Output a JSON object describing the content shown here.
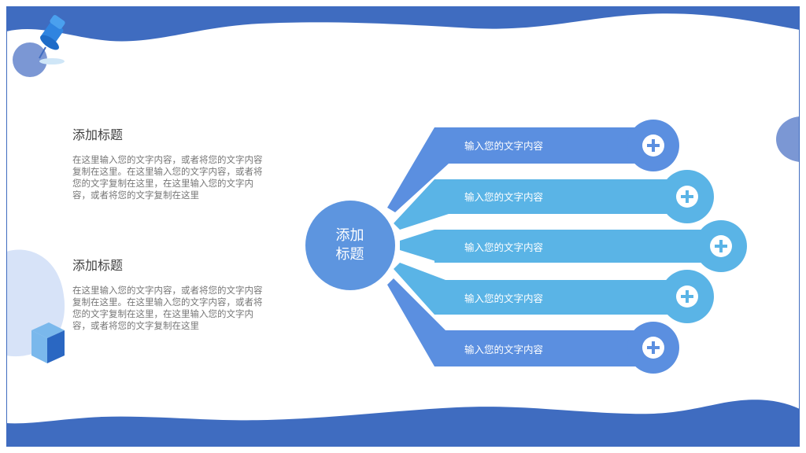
{
  "colors": {
    "dark_blue": "#3f6cc0",
    "blue": "#5b8fe0",
    "light_blue": "#5ab4e6",
    "circle_blue": "#5d95df",
    "pale_blue": "#d7e3f8"
  },
  "left": {
    "sections": [
      {
        "heading": "添加标题",
        "body": "在这里输入您的文字内容，或者将您的文字内容复制在这里。在这里输入您的文字内容，或者将您的文字复制在这里，在这里输入您的文字内容，或者将您的文字复制在这里"
      },
      {
        "heading": "添加标题",
        "body": "在这里输入您的文字内容，或者将您的文字内容复制在这里。在这里输入您的文字内容，或者将您的文字复制在这里，在这里输入您的文字内容，或者将您的文字复制在这里"
      }
    ]
  },
  "center": {
    "title": "添加\n标题"
  },
  "bars": [
    {
      "label": "输入您的文字内容",
      "icon": "plus-icon",
      "color": "#5b8fe0"
    },
    {
      "label": "输入您的文字内容",
      "icon": "plus-icon",
      "color": "#5ab4e6"
    },
    {
      "label": "输入您的文字内容",
      "icon": "plus-icon",
      "color": "#5ab4e6"
    },
    {
      "label": "输入您的文字内容",
      "icon": "plus-icon",
      "color": "#5ab4e6"
    },
    {
      "label": "输入您的文字内容",
      "icon": "plus-icon",
      "color": "#5b8fe0"
    }
  ],
  "decorations": {
    "pin": "pushpin-icon",
    "cube": "cube-icon"
  }
}
